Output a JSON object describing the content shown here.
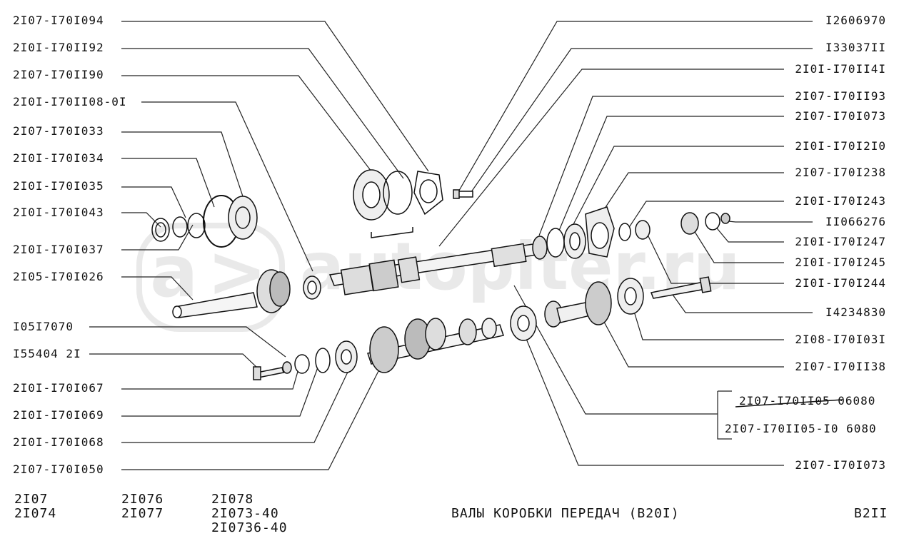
{
  "watermark": "autopiter.ru",
  "left_labels": [
    "2I07-I70I094",
    "2I0I-I70II92",
    "2I07-I70II90",
    "2I0I-I70II08-0I",
    "2I07-I70I033",
    "2I0I-I70I034",
    "2I0I-I70I035",
    "2I0I-I70I043",
    "2I0I-I70I037",
    "2I05-I70I026",
    "I05I7070",
    "I55404 2I",
    "2I0I-I70I067",
    "2I0I-I70I069",
    "2I0I-I70I068",
    "2I07-I70I050"
  ],
  "right_labels": [
    "I2606970",
    "I33037II",
    "2I0I-I70II4I",
    "2I07-I70II93",
    "2I07-I70I073",
    "2I0I-I70I2I0",
    "2I07-I70I238",
    "2I0I-I70I243",
    "II066276",
    "2I0I-I70I247",
    "2I0I-I70I245",
    "2I0I-I70I244",
    "I4234830",
    "2I08-I70I03I",
    "2I07-I70II38"
  ],
  "bracket_labels": {
    "struck": "2I07-I70II05 06080",
    "current": "2I07-I70II05-I0 6080"
  },
  "bottom_right_label": "2I07-I70I073",
  "footer": {
    "col1_line1": "2I07",
    "col1_line2": "2I074",
    "col2_line1": "2I076",
    "col2_line2": "2I077",
    "col3_line1": "2I078",
    "col3_line2": "2I073-40",
    "col3_line3": "2I0736-40",
    "title": "ВАЛЫ  КОРОБКИ  ПЕРЕДАЧ (В20I)",
    "page": "В2II"
  }
}
